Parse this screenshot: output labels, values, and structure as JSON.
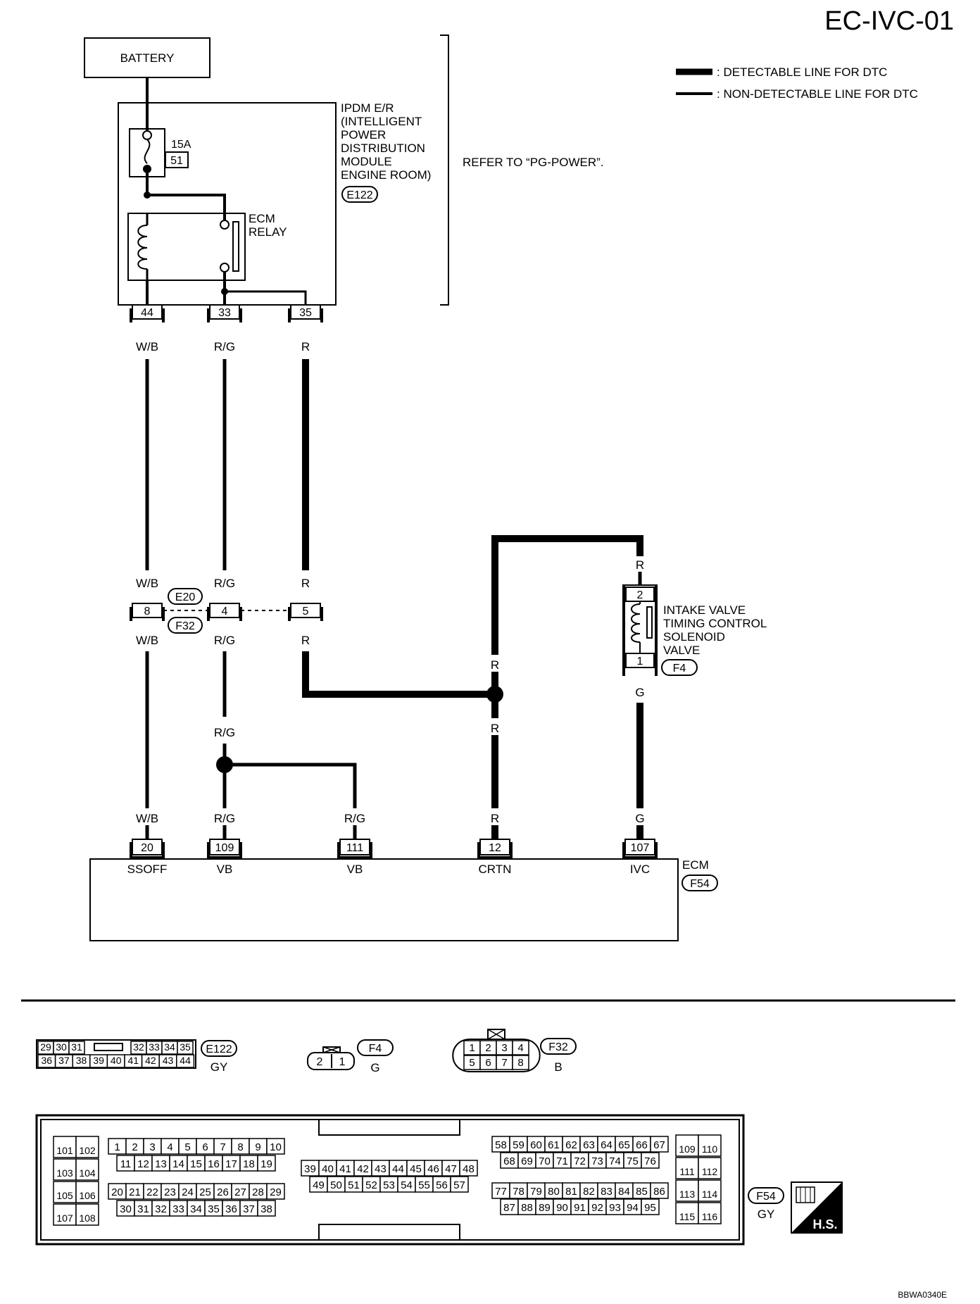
{
  "page_code": "EC-IVC-01",
  "legend": {
    "detectable": ": DETECTABLE LINE FOR DTC",
    "non_detectable": ": NON-DETECTABLE LINE FOR DTC"
  },
  "battery": "BATTERY",
  "ipdm": {
    "label_lines": [
      "IPDM E/R",
      "(INTELLIGENT",
      "POWER",
      "DISTRIBUTION",
      "MODULE",
      "ENGINE ROOM)"
    ],
    "connector": "E122",
    "fuse_rating": "15A",
    "fuse_number": "51",
    "relay_lines": [
      "ECM",
      "RELAY"
    ],
    "terminals": [
      "44",
      "33",
      "35"
    ],
    "refer_note": "REFER TO “PG-POWER”."
  },
  "wires": {
    "wb": "W/B",
    "rg": "R/G",
    "r": "R",
    "g": "G"
  },
  "joint_connector": {
    "pins": [
      "8",
      "4",
      "5"
    ],
    "ids": [
      "E20",
      "F32"
    ]
  },
  "solenoid": {
    "label_lines": [
      "INTAKE VALVE",
      "TIMING CONTROL",
      "SOLENOID",
      "VALVE"
    ],
    "connector": "F4",
    "pins": [
      "2",
      "1"
    ]
  },
  "ecm": {
    "label": "ECM",
    "connector": "F54",
    "terminals": [
      {
        "pin": "20",
        "name": "SSOFF"
      },
      {
        "pin": "109",
        "name": "VB"
      },
      {
        "pin": "111",
        "name": "VB"
      },
      {
        "pin": "12",
        "name": "CRTN"
      },
      {
        "pin": "107",
        "name": "IVC"
      }
    ]
  },
  "connector_views": {
    "e122": {
      "id": "E122",
      "color": "GY",
      "row1_left": [
        "29",
        "30",
        "31"
      ],
      "row1_right": [
        "32",
        "33",
        "34",
        "35"
      ],
      "row2": [
        "36",
        "37",
        "38",
        "39",
        "40",
        "41",
        "42",
        "43",
        "44"
      ]
    },
    "f4": {
      "id": "F4",
      "color": "G",
      "pins": [
        "2",
        "1"
      ]
    },
    "f32": {
      "id": "F32",
      "color": "B",
      "row1": [
        "1",
        "2",
        "3",
        "4"
      ],
      "row2": [
        "5",
        "6",
        "7",
        "8"
      ]
    },
    "f54": {
      "id": "F54",
      "color": "GY",
      "left_pairs": [
        [
          "101",
          "102"
        ],
        [
          "103",
          "104"
        ],
        [
          "105",
          "106"
        ],
        [
          "107",
          "108"
        ]
      ],
      "b1_row1": [
        "1",
        "2",
        "3",
        "4",
        "5",
        "6",
        "7",
        "8",
        "9",
        "10"
      ],
      "b1_row2": [
        "11",
        "12",
        "13",
        "14",
        "15",
        "16",
        "17",
        "18",
        "19"
      ],
      "b2_row1": [
        "20",
        "21",
        "22",
        "23",
        "24",
        "25",
        "26",
        "27",
        "28",
        "29"
      ],
      "b2_row2": [
        "30",
        "31",
        "32",
        "33",
        "34",
        "35",
        "36",
        "37",
        "38"
      ],
      "mid_row1": [
        "39",
        "40",
        "41",
        "42",
        "43",
        "44",
        "45",
        "46",
        "47",
        "48"
      ],
      "mid_row2": [
        "49",
        "50",
        "51",
        "52",
        "53",
        "54",
        "55",
        "56",
        "57"
      ],
      "r1_row1": [
        "58",
        "59",
        "60",
        "61",
        "62",
        "63",
        "64",
        "65",
        "66",
        "67"
      ],
      "r1_row2": [
        "68",
        "69",
        "70",
        "71",
        "72",
        "73",
        "74",
        "75",
        "76"
      ],
      "r2_row1": [
        "77",
        "78",
        "79",
        "80",
        "81",
        "82",
        "83",
        "84",
        "85",
        "86"
      ],
      "r2_row2": [
        "87",
        "88",
        "89",
        "90",
        "91",
        "92",
        "93",
        "94",
        "95"
      ],
      "right_pairs": [
        [
          "109",
          "110"
        ],
        [
          "111",
          "112"
        ],
        [
          "113",
          "114"
        ],
        [
          "115",
          "116"
        ]
      ]
    }
  },
  "hs_label": "H.S.",
  "figure_code": "BBWA0340E"
}
